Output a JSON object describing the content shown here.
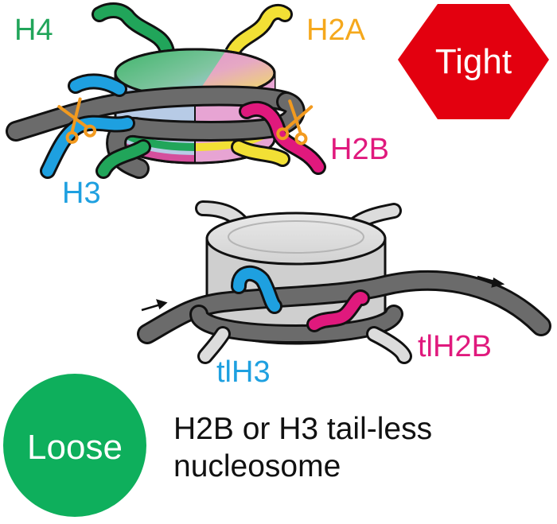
{
  "colors": {
    "h4": "#21a55a",
    "h2a": "#f5a81c",
    "h3": "#1ea0e0",
    "h2b": "#e0197d",
    "tight": "#e3000f",
    "loose": "#0eaf5c",
    "dna": "#6b6b6b",
    "gray_core": "#cfcfcf",
    "scissors": "#f29a1f"
  },
  "labels": {
    "h4": "H4",
    "h2a": "H2A",
    "h3": "H3",
    "h2b": "H2B",
    "tl_h3": "tlH3",
    "tl_h2b": "tlH2B"
  },
  "badges": {
    "tight": "Tight",
    "loose": "Loose"
  },
  "caption": {
    "line1": "H2B or H3 tail-less",
    "line2": "nucleosome"
  },
  "icons": [
    "scissors-icon",
    "arrow-right-icon"
  ]
}
